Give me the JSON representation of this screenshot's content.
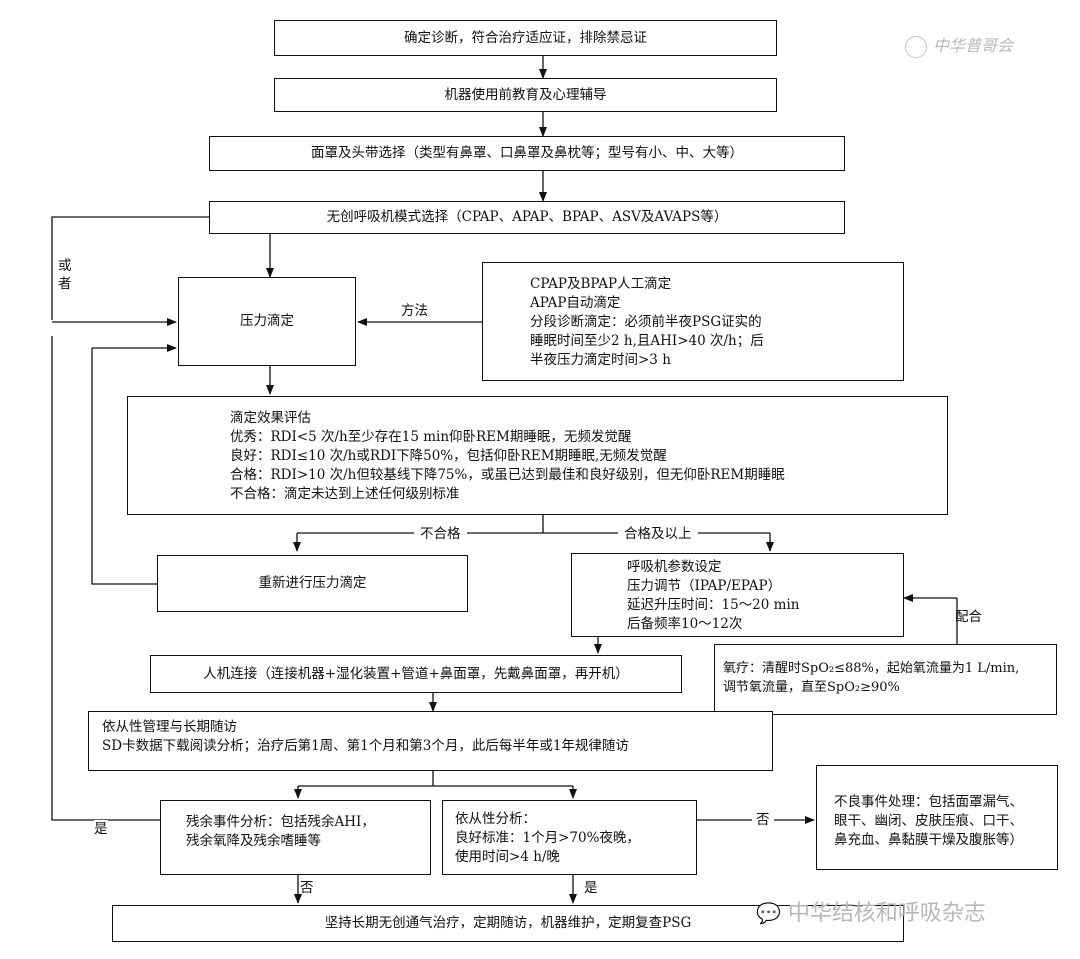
{
  "boxes": {
    "diagnosis": "确定诊断，符合治疗适应证，排除禁忌证",
    "education": "机器使用前教育及心理辅导",
    "mask": "面罩及头带选择（类型有鼻罩、口鼻罩及鼻枕等；型号有小、中、大等）",
    "mode": "无创呼吸机模式选择（CPAP、APAP、BPAP、ASV及AVAPS等）",
    "titration": "压力滴定",
    "methods": [
      "CPAP及BPAP人工滴定",
      "APAP自动滴定",
      "分段诊断滴定：必须前半夜PSG证实的",
      "睡眠时间至少2 h,且AHI>40 次/h；后",
      "半夜压力滴定时间>3 h"
    ],
    "evaluation": [
      "滴定效果评估",
      "优秀：RDI<5 次/h至少存在15 min仰卧REM期睡眠，无频发觉醒",
      "良好：RDI≤10 次/h或RDI下降50%，包括仰卧REM期睡眠,无频发觉醒",
      "合格：RDI>10 次/h但较基线下降75%，或虽已达到最佳和良好级别，但无仰卧REM期睡眠",
      "不合格：滴定未达到上述任何级别标准"
    ],
    "retitrate": "重新进行压力滴定",
    "params": [
      "呼吸机参数设定",
      "压力调节（IPAP/EPAP）",
      "延迟升压时间：15～20 min",
      "后备频率10～12次"
    ],
    "oxygen": [
      "氧疗：清醒时SpO₂≤88%，起始氧流量为1 L/min,",
      "调节氧流量，直至SpO₂≥90%"
    ],
    "connect": "人机连接（连接机器+湿化装置+管道+鼻面罩，先戴鼻面罩，再开机）",
    "followup": [
      "依从性管理与长期随访",
      "SD卡数据下载阅读分析；治疗后第1周、第1个月和第3个月，此后每半年或1年规律随访"
    ],
    "residual": [
      "残余事件分析：包括残余AHI，",
      "残余氧降及残余嗜睡等"
    ],
    "compliance": [
      "依从性分析：",
      "良好标准：1个月>70%夜晚，",
      "使用时间>4 h/晚"
    ],
    "adverse": [
      "不良事件处理：包括面罩漏气、",
      "眼干、幽闭、皮肤压痕、口干、",
      "鼻充血、鼻黏膜干燥及腹胀等）"
    ],
    "final": "坚持长期无创通气治疗，定期随访，机器维护，定期复查PSG"
  },
  "labels": {
    "or": "或者",
    "method": "方法",
    "fail": "不合格",
    "pass": "合格及以上",
    "combine": "配合",
    "yes_left": "是",
    "no_adverse": "否",
    "no_bottom": "否",
    "yes_bottom": "是"
  },
  "watermark": {
    "top_right": "中华普哥会",
    "bottom_right": "中华结核和呼吸杂志"
  }
}
